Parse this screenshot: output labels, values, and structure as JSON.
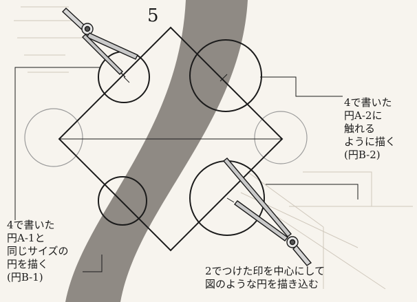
{
  "figure": {
    "step_number": "5",
    "note_a2_circle": "4で書いた\n円A-2に\n触れる\nように描く\n(円B-2)",
    "note_b1_circle": "4で書いた\n円A-1と\n同じサイズの\n円を描く\n(円B-1)",
    "note_bottom": "2でつけた印を中心にして\n図のような円を描き込む"
  },
  "colors": {
    "background": "#f7f4ee",
    "swoosh": "#8f8a84",
    "ink": "#1b1b1b",
    "faint_circle": "#9a9a9a",
    "compass_metal": "#c9c9c9"
  }
}
